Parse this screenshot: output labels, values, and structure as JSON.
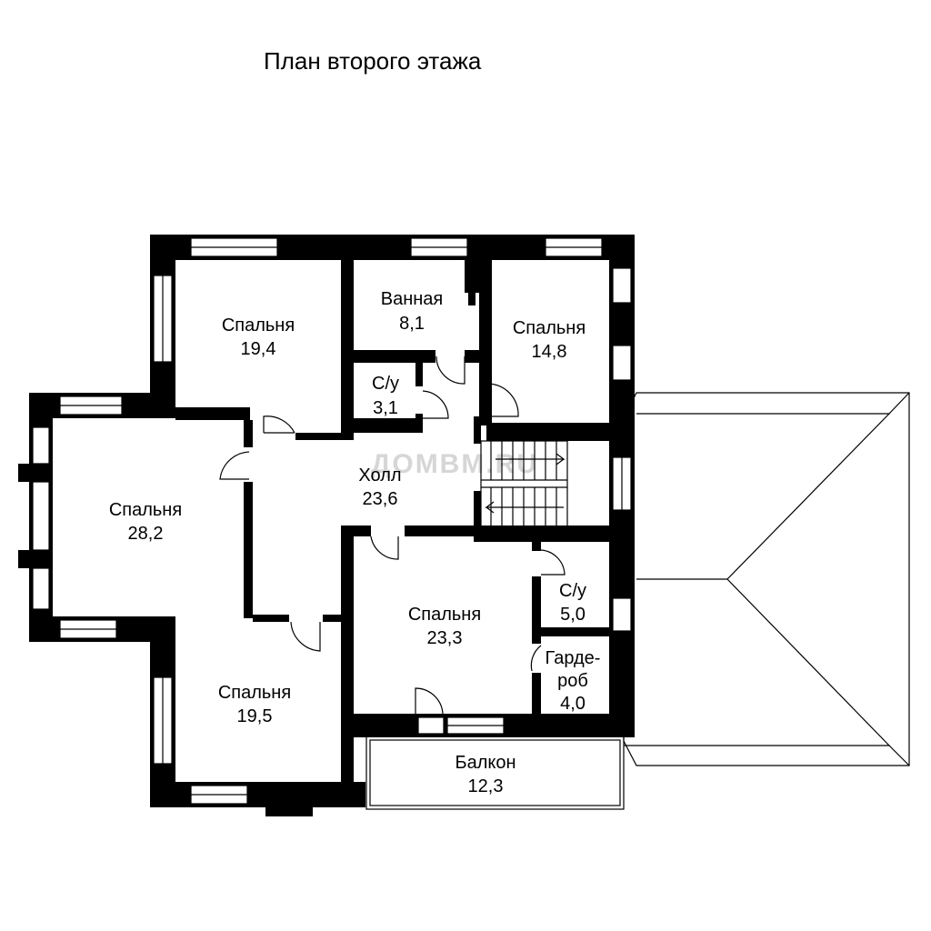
{
  "title": "План второго этажа",
  "watermark": "ДОМВМ.RU",
  "rooms": [
    {
      "id": "bedroom-nw",
      "name": "Спальня",
      "area": "19,4"
    },
    {
      "id": "bathroom",
      "name": "Ванная",
      "area": "8,1"
    },
    {
      "id": "wc-small",
      "name": "С/у",
      "area": "3,1"
    },
    {
      "id": "bedroom-ne",
      "name": "Спальня",
      "area": "14,8"
    },
    {
      "id": "bedroom-w",
      "name": "Спальня",
      "area": "28,2"
    },
    {
      "id": "hall",
      "name": "Холл",
      "area": "23,6"
    },
    {
      "id": "bedroom-c",
      "name": "Спальня",
      "area": "23,3"
    },
    {
      "id": "wc-east",
      "name": "С/у",
      "area": "5,0"
    },
    {
      "id": "wardrobe",
      "name_line1": "Гарде-",
      "name_line2": "роб",
      "area": "4,0"
    },
    {
      "id": "bedroom-sw",
      "name": "Спальня",
      "area": "19,5"
    },
    {
      "id": "balcony",
      "name": "Балкон",
      "area": "12,3"
    }
  ]
}
